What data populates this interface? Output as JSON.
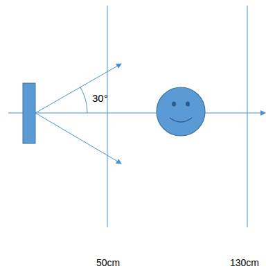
{
  "diagram": {
    "labels": [
      "30°",
      "50cm",
      "130cm"
    ]
  }
}
